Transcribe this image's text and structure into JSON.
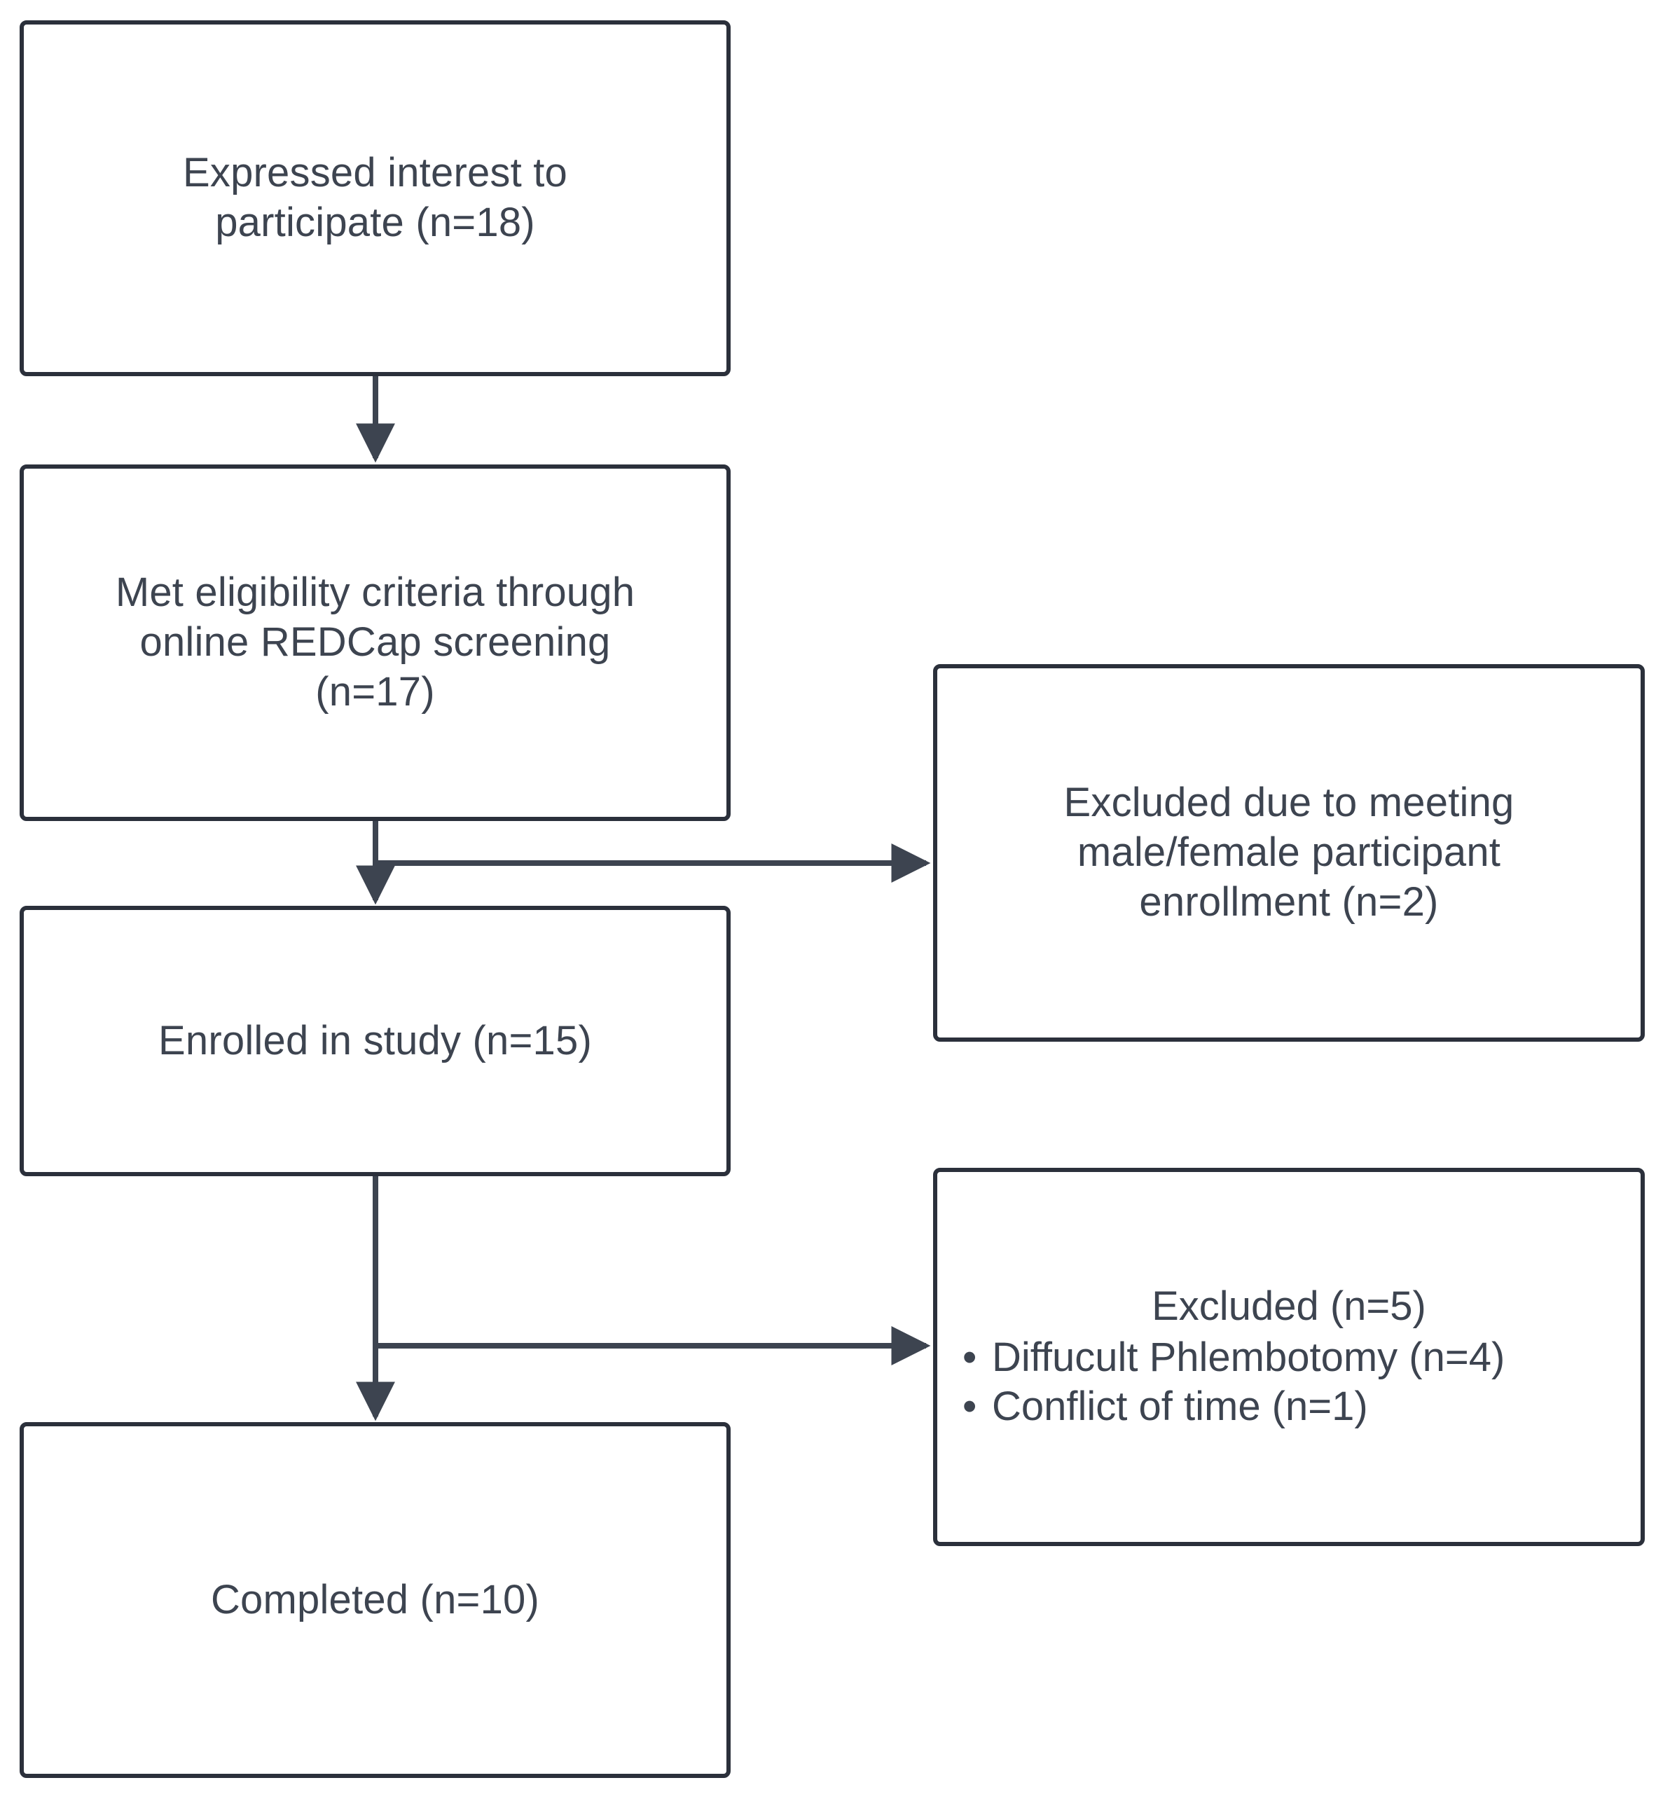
{
  "diagram": {
    "type": "flowchart",
    "title": "Study participant enrollment flow",
    "orientation": "top-to-bottom with right-side exclusion branches",
    "colors": {
      "box_border": "#2b303b",
      "box_fill": "#ffffff",
      "text": "#3d4450",
      "connector": "#3d4450",
      "background": "#ffffff"
    },
    "nodes": {
      "expressed_interest": {
        "text": "Expressed interest to\nparticipate (n=18)",
        "count_label": "n=18",
        "count": 18
      },
      "met_eligibility": {
        "text": "Met eligibility criteria through\nonline REDCap screening\n(n=17)",
        "count_label": "n=17",
        "count": 17
      },
      "enrolled": {
        "text": "Enrolled in study (n=15)",
        "count_label": "n=15",
        "count": 15
      },
      "completed": {
        "text": "Completed (n=10)",
        "count_label": "n=10",
        "count": 10
      },
      "excluded_enrollment": {
        "text": "Excluded due to meeting\nmale/female participant\nenrollment (n=2)",
        "count_label": "n=2",
        "count": 2
      },
      "excluded_other": {
        "heading": "Excluded (n=5)",
        "count_label": "n=5",
        "count": 5,
        "items": [
          "Diffucult Phlembotomy (n=4)",
          "Conflict of time (n=1)"
        ]
      }
    },
    "edges": [
      {
        "from": "expressed_interest",
        "to": "met_eligibility",
        "kind": "vertical-arrow"
      },
      {
        "from": "met_eligibility",
        "to": "enrolled",
        "kind": "vertical-arrow"
      },
      {
        "from": "met_eligibility",
        "to": "excluded_enrollment",
        "kind": "horizontal-arrow"
      },
      {
        "from": "enrolled",
        "to": "completed",
        "kind": "vertical-arrow"
      },
      {
        "from": "enrolled",
        "to": "excluded_other",
        "kind": "horizontal-arrow"
      }
    ]
  }
}
